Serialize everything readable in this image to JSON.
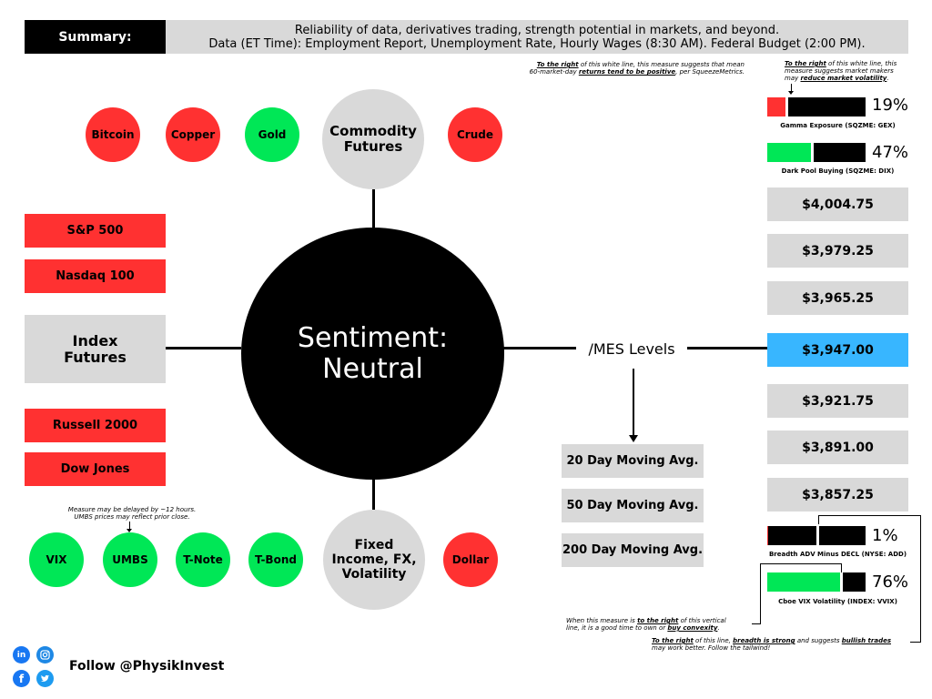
{
  "summary": {
    "label": "Summary:",
    "line1": "Reliability of data, derivatives trading, strength potential in markets, and beyond.",
    "line2": "Data (ET Time): Employment Report, Unemployment Rate, Hourly Wages (8:30 AM). Federal Budget (2:00 PM)."
  },
  "center": {
    "line1": "Sentiment:",
    "line2": "Neutral"
  },
  "commodity": {
    "hub_line1": "Commodity",
    "hub_line2": "Futures",
    "items": [
      "Bitcoin",
      "Copper",
      "Gold",
      "Crude"
    ]
  },
  "index": {
    "hub_line1": "Index",
    "hub_line2": "Futures",
    "items": [
      "S&P 500",
      "Nasdaq 100",
      "Russell 2000",
      "Dow Jones"
    ]
  },
  "fixed": {
    "hub_line1": "Fixed",
    "hub_line2": "Income, FX,",
    "hub_line3": "Volatility",
    "items": [
      "VIX",
      "UMBS",
      "T-Note",
      "T-Bond",
      "Dollar"
    ],
    "note_line1": "Measure may be delayed by ~12 hours.",
    "note_line2": "UMBS prices may reflect prior close."
  },
  "mes": {
    "label": "/MES Levels",
    "levels": [
      "$4,004.75",
      "$3,979.25",
      "$3,965.25",
      "$3,947.00",
      "$3,921.75",
      "$3,891.00",
      "$3,857.25"
    ],
    "moving_avgs": [
      "20 Day Moving Avg.",
      "50 Day Moving Avg.",
      "200 Day Moving Avg."
    ]
  },
  "gauges": {
    "gex": {
      "label": "Gamma Exposure (SQZME: GEX)",
      "value": 0.19,
      "display": "19%"
    },
    "dix": {
      "label": "Dark Pool Buying (SQZME: DIX)",
      "value": 0.47,
      "display": "47%"
    },
    "add": {
      "label": "Breadth ADV Minus DECL (NYSE: ADD)",
      "value": 0.01,
      "display": "1%"
    },
    "vvix": {
      "label": "Cboe VIX Volatility (INDEX: VVIX)",
      "value": 0.76,
      "display": "76%"
    }
  },
  "notes": {
    "dix_a": "To the right",
    "dix_b": " of this white line, this measure suggests that mean",
    "dix_c": "60-market-day ",
    "dix_d": "returns tend to be positive",
    "dix_e": ", per SqueezeMetrics.",
    "gex_a": "To the right",
    "gex_b": " of this white line, this",
    "gex_c": "measure suggests market makers",
    "gex_d": "may ",
    "gex_e": "reduce market volatility",
    "gex_f": ".",
    "vvix_a": "When this measure is ",
    "vvix_b": "to the right",
    "vvix_c": " of this vertical",
    "vvix_d": "line, it is a good time to own or ",
    "vvix_e": "buy convexity",
    "vvix_f": ".",
    "add_a": "To the right",
    "add_b": " of this line, ",
    "add_c": "breadth is strong",
    "add_d": " and suggests ",
    "add_e": "bullish trades",
    "add_f": "may work better. Follow the tailwind!"
  },
  "footer": {
    "follow": "Follow @PhysikInvest"
  },
  "colors": {
    "red": "#ff3131",
    "green": "#00e756",
    "grey": "#d9d9d9",
    "blue": "#38b6ff",
    "black": "#000000"
  },
  "icons": [
    "linkedin-icon",
    "instagram-icon",
    "facebook-icon",
    "twitter-icon"
  ]
}
